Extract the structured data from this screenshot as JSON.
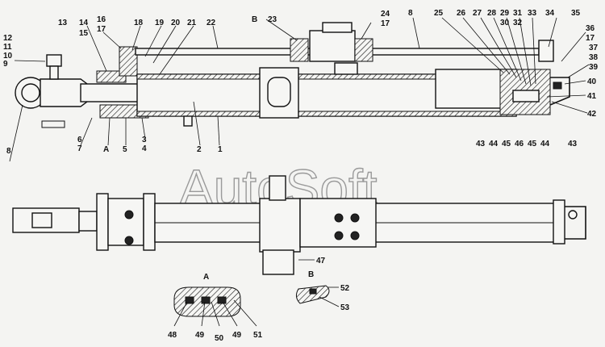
{
  "title": "",
  "watermark": "AutoSoft",
  "section_labels": {
    "detail_a": "A",
    "detail_b": "B",
    "main_a": "A",
    "main_b": "B"
  },
  "callouts_top": {
    "left": [
      "12",
      "11",
      "10",
      "9"
    ],
    "c13": "13",
    "c14": "14",
    "c15": "15",
    "c16": "16",
    "c17a": "17",
    "c18": "18",
    "c19": "19",
    "c20": "20",
    "c21": "21",
    "c22": "22",
    "c23": "23",
    "c24": "24",
    "c17b": "17",
    "c8a": "8",
    "c25": "25",
    "c26": "26",
    "c27": "27",
    "c28": "28",
    "c29": "29",
    "c30": "30",
    "c31": "31",
    "c32": "32",
    "c33": "33",
    "c34": "34",
    "c35": "35",
    "c36": "36",
    "c17c": "17",
    "c37": "37",
    "c38": "38",
    "c39": "39",
    "c40": "40",
    "c41": "41",
    "c42": "42",
    "c8b": "8",
    "c6": "6",
    "c7": "7",
    "c5": "5",
    "c3": "3",
    "c4": "4",
    "c2": "2",
    "c1": "1",
    "c43a": "43",
    "c44a": "44",
    "c45a": "45",
    "c46": "46",
    "c45b": "45",
    "c44b": "44",
    "c43b": "43"
  },
  "callouts_bottom": {
    "c47": "47",
    "c52": "52",
    "c53": "53",
    "c48": "48",
    "c49a": "49",
    "c50": "50",
    "c49b": "49",
    "c51": "51"
  }
}
